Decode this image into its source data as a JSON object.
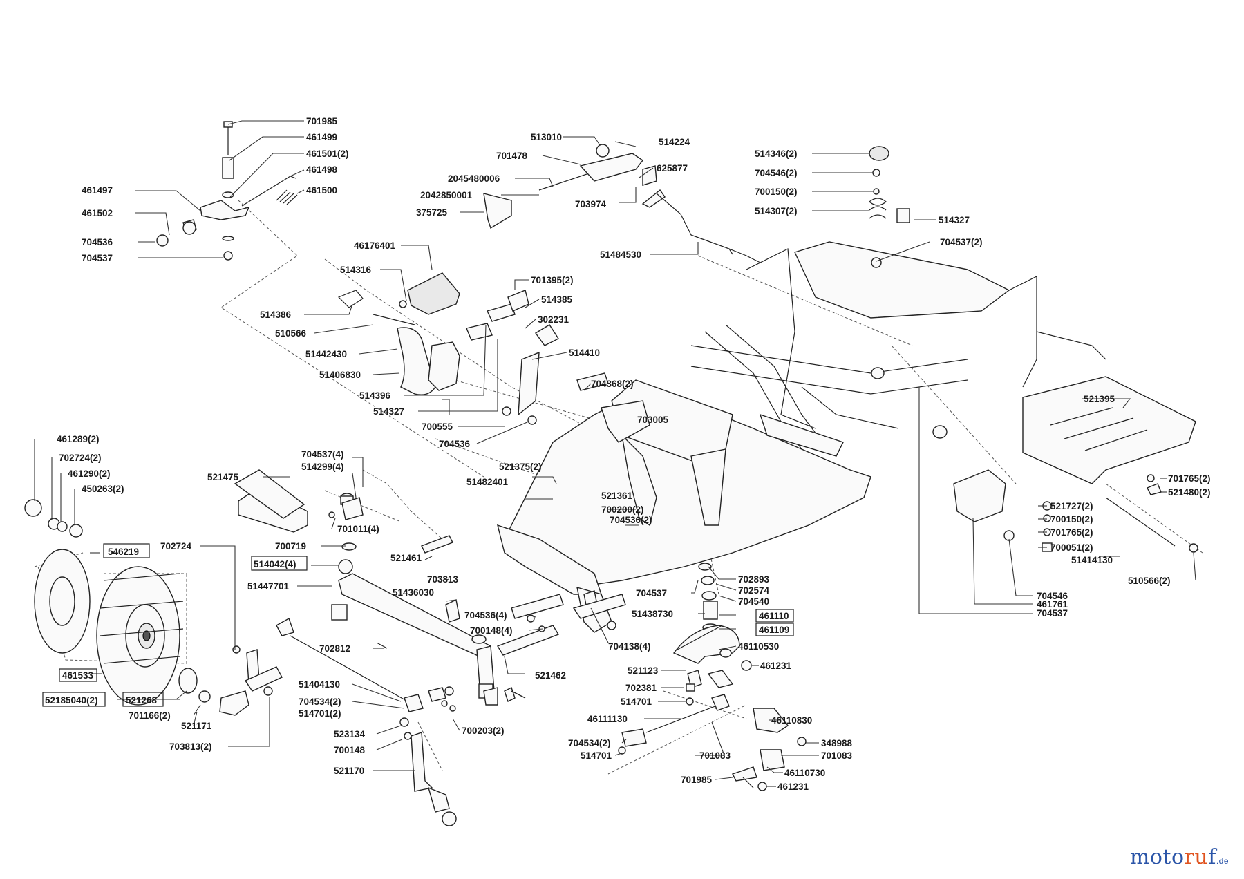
{
  "diagram": {
    "labels": [
      {
        "id": "l1",
        "text": "701985",
        "boxed": false
      },
      {
        "id": "l2",
        "text": "461499",
        "boxed": false
      },
      {
        "id": "l3",
        "text": "461501(2)",
        "boxed": false
      },
      {
        "id": "l4",
        "text": "461498",
        "boxed": false
      },
      {
        "id": "l5",
        "text": "461500",
        "boxed": false
      },
      {
        "id": "l6",
        "text": "461497",
        "boxed": false
      },
      {
        "id": "l7",
        "text": "461502",
        "boxed": false
      },
      {
        "id": "l8",
        "text": "704536",
        "boxed": false
      },
      {
        "id": "l9",
        "text": "704537",
        "boxed": false
      },
      {
        "id": "l10",
        "text": "513010",
        "boxed": false
      },
      {
        "id": "l11",
        "text": "514224",
        "boxed": false
      },
      {
        "id": "l12",
        "text": "701478",
        "boxed": false
      },
      {
        "id": "l13",
        "text": "625877",
        "boxed": false
      },
      {
        "id": "l14",
        "text": "2045480006",
        "boxed": false
      },
      {
        "id": "l15",
        "text": "2042850001",
        "boxed": false
      },
      {
        "id": "l16",
        "text": "703974",
        "boxed": false
      },
      {
        "id": "l17",
        "text": "375725",
        "boxed": false
      },
      {
        "id": "l18",
        "text": "51484530",
        "boxed": false
      },
      {
        "id": "l19",
        "text": "514346(2)",
        "boxed": false
      },
      {
        "id": "l20",
        "text": "704546(2)",
        "boxed": false
      },
      {
        "id": "l21",
        "text": "700150(2)",
        "boxed": false
      },
      {
        "id": "l22",
        "text": "514307(2)",
        "boxed": false
      },
      {
        "id": "l23",
        "text": "514327",
        "boxed": false
      },
      {
        "id": "l24",
        "text": "704537(2)",
        "boxed": false
      },
      {
        "id": "l25",
        "text": "46176401",
        "boxed": false
      },
      {
        "id": "l26",
        "text": "514316",
        "boxed": false
      },
      {
        "id": "l27",
        "text": "701395(2)",
        "boxed": false
      },
      {
        "id": "l28",
        "text": "514385",
        "boxed": false
      },
      {
        "id": "l29",
        "text": "302231",
        "boxed": false
      },
      {
        "id": "l30",
        "text": "514386",
        "boxed": false
      },
      {
        "id": "l31",
        "text": "510566",
        "boxed": false
      },
      {
        "id": "l32",
        "text": "51442430",
        "boxed": false
      },
      {
        "id": "l33",
        "text": "514410",
        "boxed": false
      },
      {
        "id": "l34",
        "text": "51406830",
        "boxed": false
      },
      {
        "id": "l35",
        "text": "514396",
        "boxed": false
      },
      {
        "id": "l36",
        "text": "514327",
        "boxed": false
      },
      {
        "id": "l37",
        "text": "704368(2)",
        "boxed": false
      },
      {
        "id": "l38",
        "text": "700555",
        "boxed": false
      },
      {
        "id": "l39",
        "text": "704536",
        "boxed": false
      },
      {
        "id": "l40",
        "text": "703005",
        "boxed": false
      },
      {
        "id": "l41",
        "text": "521395",
        "boxed": false
      },
      {
        "id": "l42",
        "text": "461289(2)",
        "boxed": false
      },
      {
        "id": "l43",
        "text": "702724(2)",
        "boxed": false
      },
      {
        "id": "l44",
        "text": "461290(2)",
        "boxed": false
      },
      {
        "id": "l45",
        "text": "450263(2)",
        "boxed": false
      },
      {
        "id": "l46",
        "text": "704537(4)",
        "boxed": false
      },
      {
        "id": "l47",
        "text": "514299(4)",
        "boxed": false
      },
      {
        "id": "l48",
        "text": "521475",
        "boxed": false
      },
      {
        "id": "l49",
        "text": "521375(2)",
        "boxed": false
      },
      {
        "id": "l50",
        "text": "51482401",
        "boxed": false
      },
      {
        "id": "l51",
        "text": "521361",
        "boxed": false
      },
      {
        "id": "l52",
        "text": "700200(2)",
        "boxed": false
      },
      {
        "id": "l53",
        "text": "704536(2)",
        "boxed": false
      },
      {
        "id": "l54",
        "text": "701011(4)",
        "boxed": false
      },
      {
        "id": "l55",
        "text": "701765(2)",
        "boxed": false
      },
      {
        "id": "l56",
        "text": "521480(2)",
        "boxed": false
      },
      {
        "id": "l57",
        "text": "521727(2)",
        "boxed": false
      },
      {
        "id": "l58",
        "text": "700150(2)",
        "boxed": false
      },
      {
        "id": "l59",
        "text": "701765(2)",
        "boxed": false
      },
      {
        "id": "l60",
        "text": "700051(2)",
        "boxed": false
      },
      {
        "id": "l61",
        "text": "51414130",
        "boxed": false
      },
      {
        "id": "l62",
        "text": "510566(2)",
        "boxed": false
      },
      {
        "id": "l63",
        "text": "546219",
        "boxed": true
      },
      {
        "id": "l64",
        "text": "702724",
        "boxed": false
      },
      {
        "id": "l65",
        "text": "700719",
        "boxed": false
      },
      {
        "id": "l66",
        "text": "514042(4)",
        "boxed": true
      },
      {
        "id": "l67",
        "text": "521461",
        "boxed": false
      },
      {
        "id": "l68",
        "text": "51447701",
        "boxed": false
      },
      {
        "id": "l69",
        "text": "703813",
        "boxed": false
      },
      {
        "id": "l70",
        "text": "51436030",
        "boxed": false
      },
      {
        "id": "l71",
        "text": "702893",
        "boxed": false
      },
      {
        "id": "l72",
        "text": "702574",
        "boxed": false
      },
      {
        "id": "l73",
        "text": "704537",
        "boxed": false
      },
      {
        "id": "l74",
        "text": "704540",
        "boxed": false
      },
      {
        "id": "l75",
        "text": "51438730",
        "boxed": false
      },
      {
        "id": "l76",
        "text": "461110",
        "boxed": true
      },
      {
        "id": "l77",
        "text": "461109",
        "boxed": true
      },
      {
        "id": "l78",
        "text": "704546",
        "boxed": false
      },
      {
        "id": "l79",
        "text": "461761",
        "boxed": false
      },
      {
        "id": "l80",
        "text": "704537",
        "boxed": false
      },
      {
        "id": "l81",
        "text": "704536(4)",
        "boxed": false
      },
      {
        "id": "l82",
        "text": "700148(4)",
        "boxed": false
      },
      {
        "id": "l83",
        "text": "704138(4)",
        "boxed": false
      },
      {
        "id": "l84",
        "text": "46110530",
        "boxed": false
      },
      {
        "id": "l85",
        "text": "702812",
        "boxed": false
      },
      {
        "id": "l86",
        "text": "521123",
        "boxed": false
      },
      {
        "id": "l87",
        "text": "461231",
        "boxed": false
      },
      {
        "id": "l88",
        "text": "461533",
        "boxed": true
      },
      {
        "id": "l89",
        "text": "521462",
        "boxed": false
      },
      {
        "id": "l90",
        "text": "702381",
        "boxed": false
      },
      {
        "id": "l91",
        "text": "52185040(2)",
        "boxed": true
      },
      {
        "id": "l92",
        "text": "521268",
        "boxed": true
      },
      {
        "id": "l93",
        "text": "51404130",
        "boxed": false
      },
      {
        "id": "l94",
        "text": "514701",
        "boxed": false
      },
      {
        "id": "l95",
        "text": "701166(2)",
        "boxed": false
      },
      {
        "id": "l96",
        "text": "704534(2)",
        "boxed": false
      },
      {
        "id": "l97",
        "text": "514701(2)",
        "boxed": false
      },
      {
        "id": "l98",
        "text": "46111130",
        "boxed": false
      },
      {
        "id": "l99",
        "text": "46110830",
        "boxed": false
      },
      {
        "id": "l100",
        "text": "521171",
        "boxed": false
      },
      {
        "id": "l101",
        "text": "700203(2)",
        "boxed": false
      },
      {
        "id": "l102",
        "text": "523134",
        "boxed": false
      },
      {
        "id": "l103",
        "text": "704534(2)",
        "boxed": false
      },
      {
        "id": "l104",
        "text": "348988",
        "boxed": false
      },
      {
        "id": "l105",
        "text": "703813(2)",
        "boxed": false
      },
      {
        "id": "l106",
        "text": "700148",
        "boxed": false
      },
      {
        "id": "l107",
        "text": "514701",
        "boxed": false
      },
      {
        "id": "l108",
        "text": "701083",
        "boxed": false
      },
      {
        "id": "l109",
        "text": "701083",
        "boxed": false
      },
      {
        "id": "l110",
        "text": "521170",
        "boxed": false
      },
      {
        "id": "l111",
        "text": "46110730",
        "boxed": false
      },
      {
        "id": "l112",
        "text": "701985",
        "boxed": false
      },
      {
        "id": "l113",
        "text": "461231",
        "boxed": false
      }
    ]
  },
  "brand": {
    "part1": "mot",
    "part2": "o",
    "part3": "ru",
    "part4": "f",
    "suffix": ".de"
  }
}
